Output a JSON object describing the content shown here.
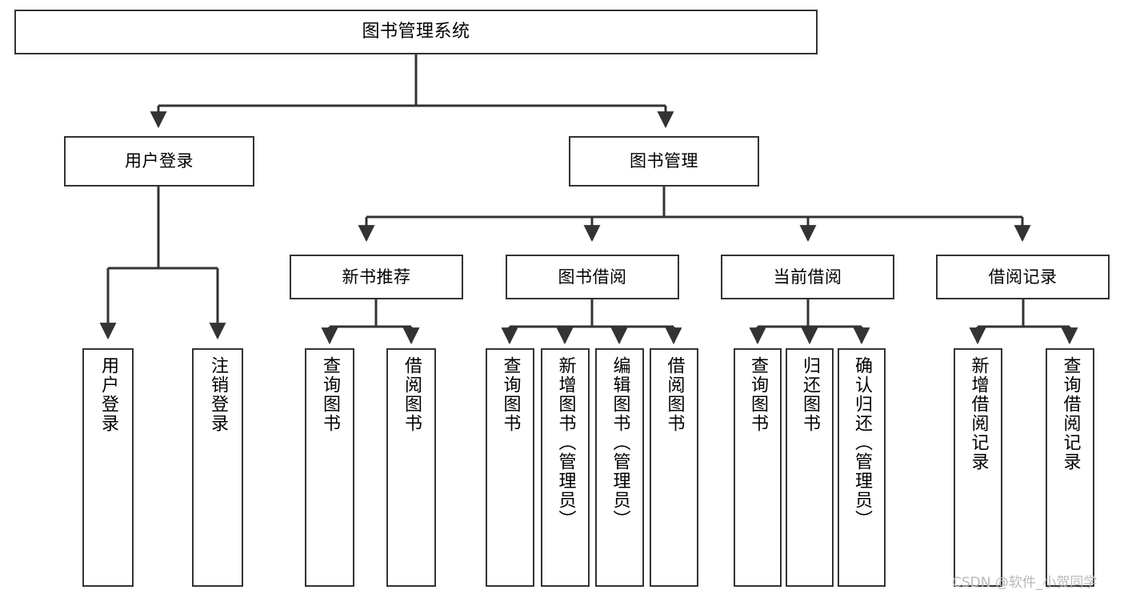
{
  "diagram": {
    "title": "图书管理系统",
    "type": "tree-hierarchy",
    "watermark": "CSDN @软件_小贺同学",
    "colors": {
      "background": "#ffffff",
      "node_border": "#333333",
      "node_fill": "#ffffff",
      "edge": "#333333",
      "text": "#000000",
      "watermark": "#b9b9b9"
    },
    "root": {
      "label": "图书管理系统"
    },
    "level2": [
      {
        "label": "用户登录"
      },
      {
        "label": "图书管理"
      }
    ],
    "level3": [
      {
        "label": "新书推荐"
      },
      {
        "label": "图书借阅"
      },
      {
        "label": "当前借阅"
      },
      {
        "label": "借阅记录"
      }
    ],
    "leaves": {
      "user_login": [
        {
          "label": "用户登录"
        },
        {
          "label": "注销登录"
        }
      ],
      "new_book_recommend": [
        {
          "label": "查询图书"
        },
        {
          "label": "借阅图书"
        }
      ],
      "book_borrow": [
        {
          "label": "查询图书"
        },
        {
          "label": "新增图书（管理员）"
        },
        {
          "label": "编辑图书（管理员）"
        },
        {
          "label": "借阅图书"
        }
      ],
      "current_borrow": [
        {
          "label": "查询图书"
        },
        {
          "label": "归还图书"
        },
        {
          "label": "确认归还（管理员）"
        }
      ],
      "borrow_record": [
        {
          "label": "新增借阅记录"
        },
        {
          "label": "查询借阅记录"
        }
      ]
    }
  }
}
